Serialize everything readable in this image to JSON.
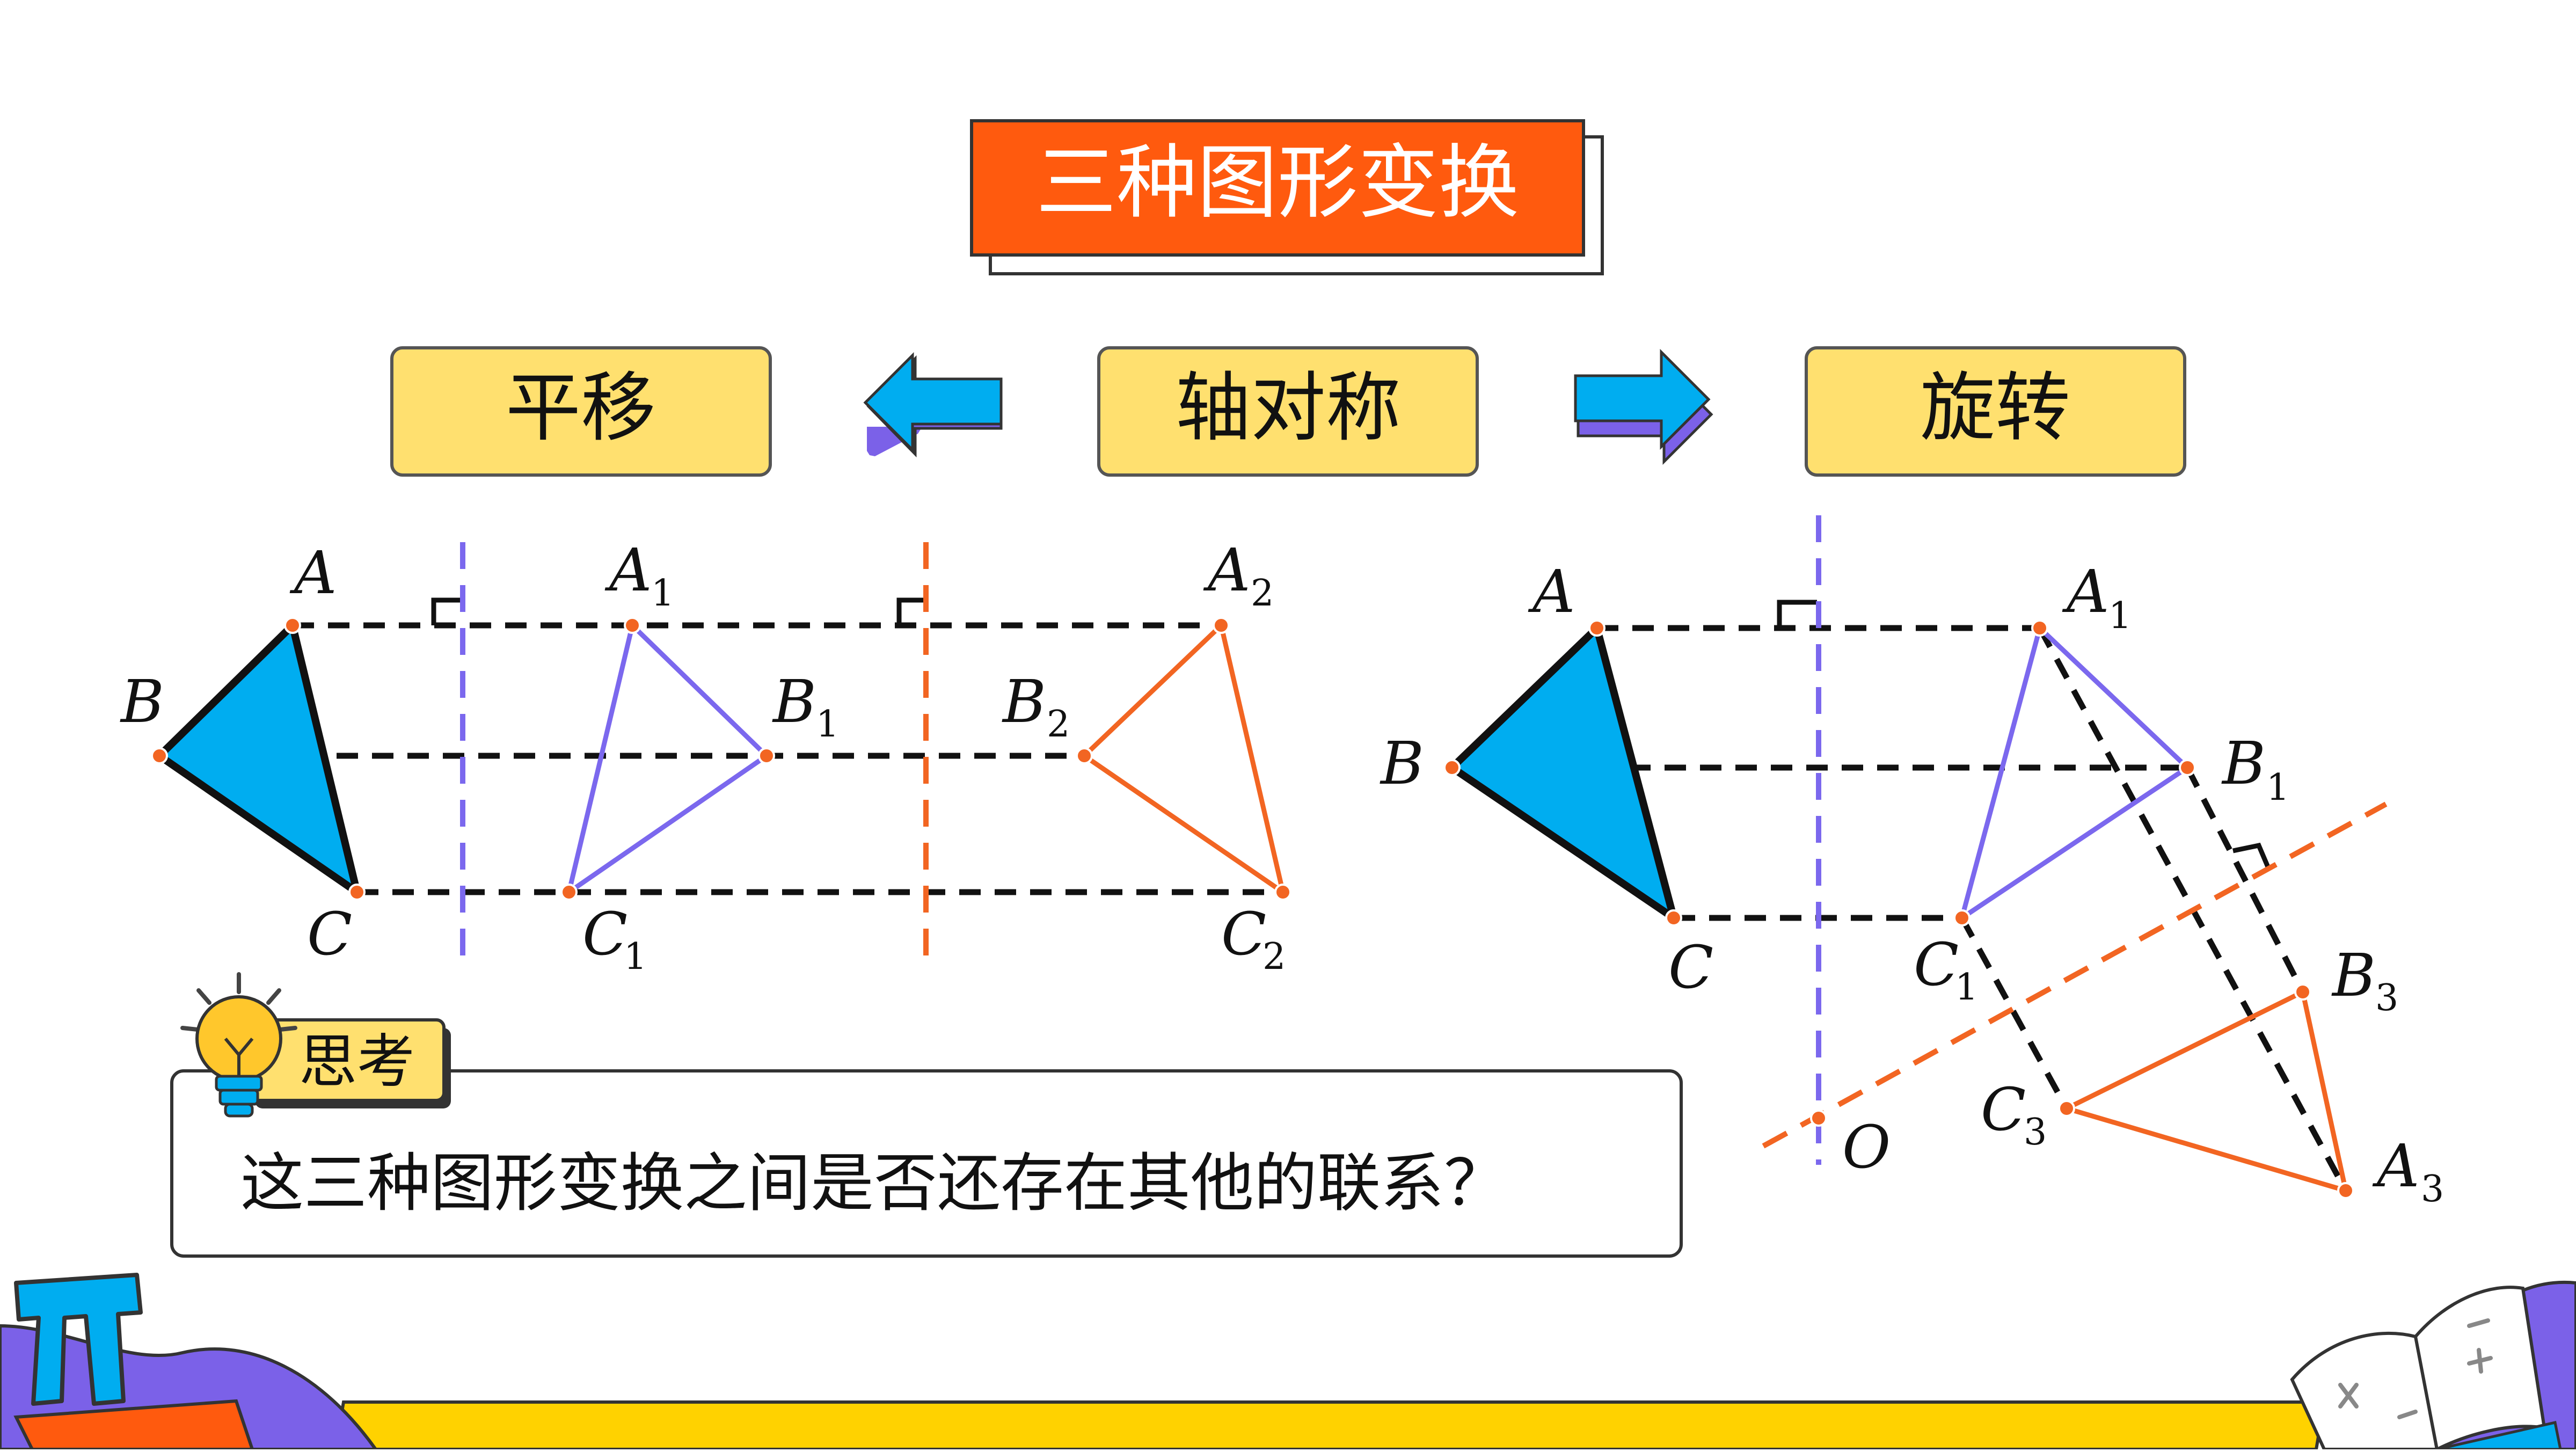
{
  "title": "三种图形变换",
  "boxes": {
    "left": "平移",
    "center": "轴对称",
    "right": "旋转"
  },
  "think": {
    "tag": "思考",
    "question": "这三种图形变换之间是否还存在其他的联系？"
  },
  "labels": {
    "A": "A",
    "B": "B",
    "C": "C",
    "O": "O",
    "one": "1",
    "two": "2",
    "three": "3"
  },
  "colors": {
    "title_bg": "#ff5a0e",
    "box_bg": "#ffe06f",
    "triangle_fill": "#00adf0",
    "purple": "#7b68ee",
    "orange": "#f26522",
    "arrow_blue": "#00adf0",
    "arrow_purple": "#7b61e8",
    "bottom_bar": "#ffd200"
  },
  "icons": [
    "lightbulb-icon",
    "pi-icon",
    "open-book-icon",
    "left-arrow-icon",
    "right-arrow-icon"
  ]
}
